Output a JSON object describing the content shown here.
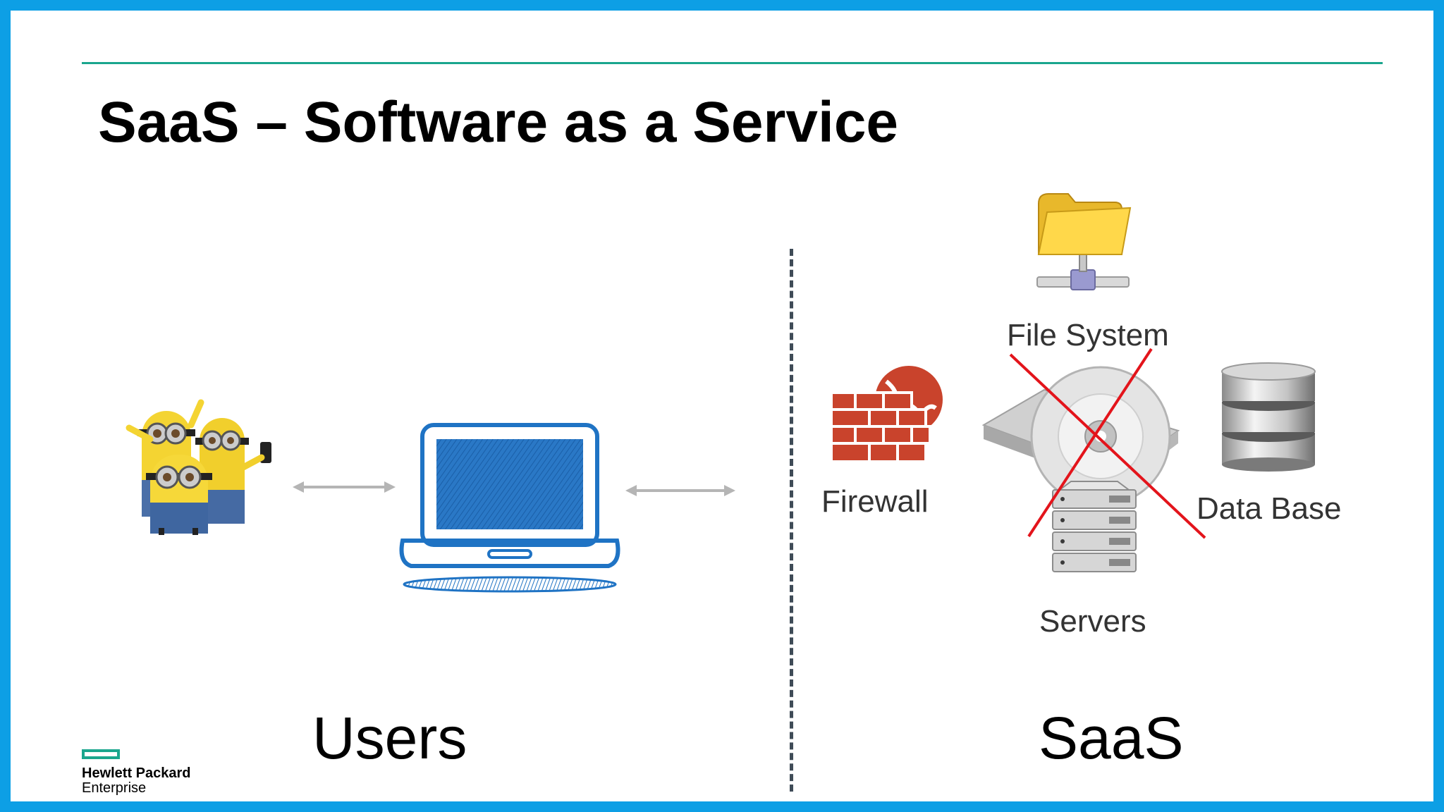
{
  "slide": {
    "title": "SaaS – Software as a Service",
    "left_label": "Users",
    "right_label": "SaaS"
  },
  "components": {
    "file_system": "File System",
    "firewall": "Firewall",
    "data_base": "Data Base",
    "servers": "Servers"
  },
  "logo": {
    "line1": "Hewlett Packard",
    "line2": "Enterprise"
  },
  "colors": {
    "frame": "#0d9fe5",
    "rule": "#1aa68d",
    "laptop": "#1f73c4",
    "cross": "#e3141b",
    "brick": "#c9432c"
  }
}
